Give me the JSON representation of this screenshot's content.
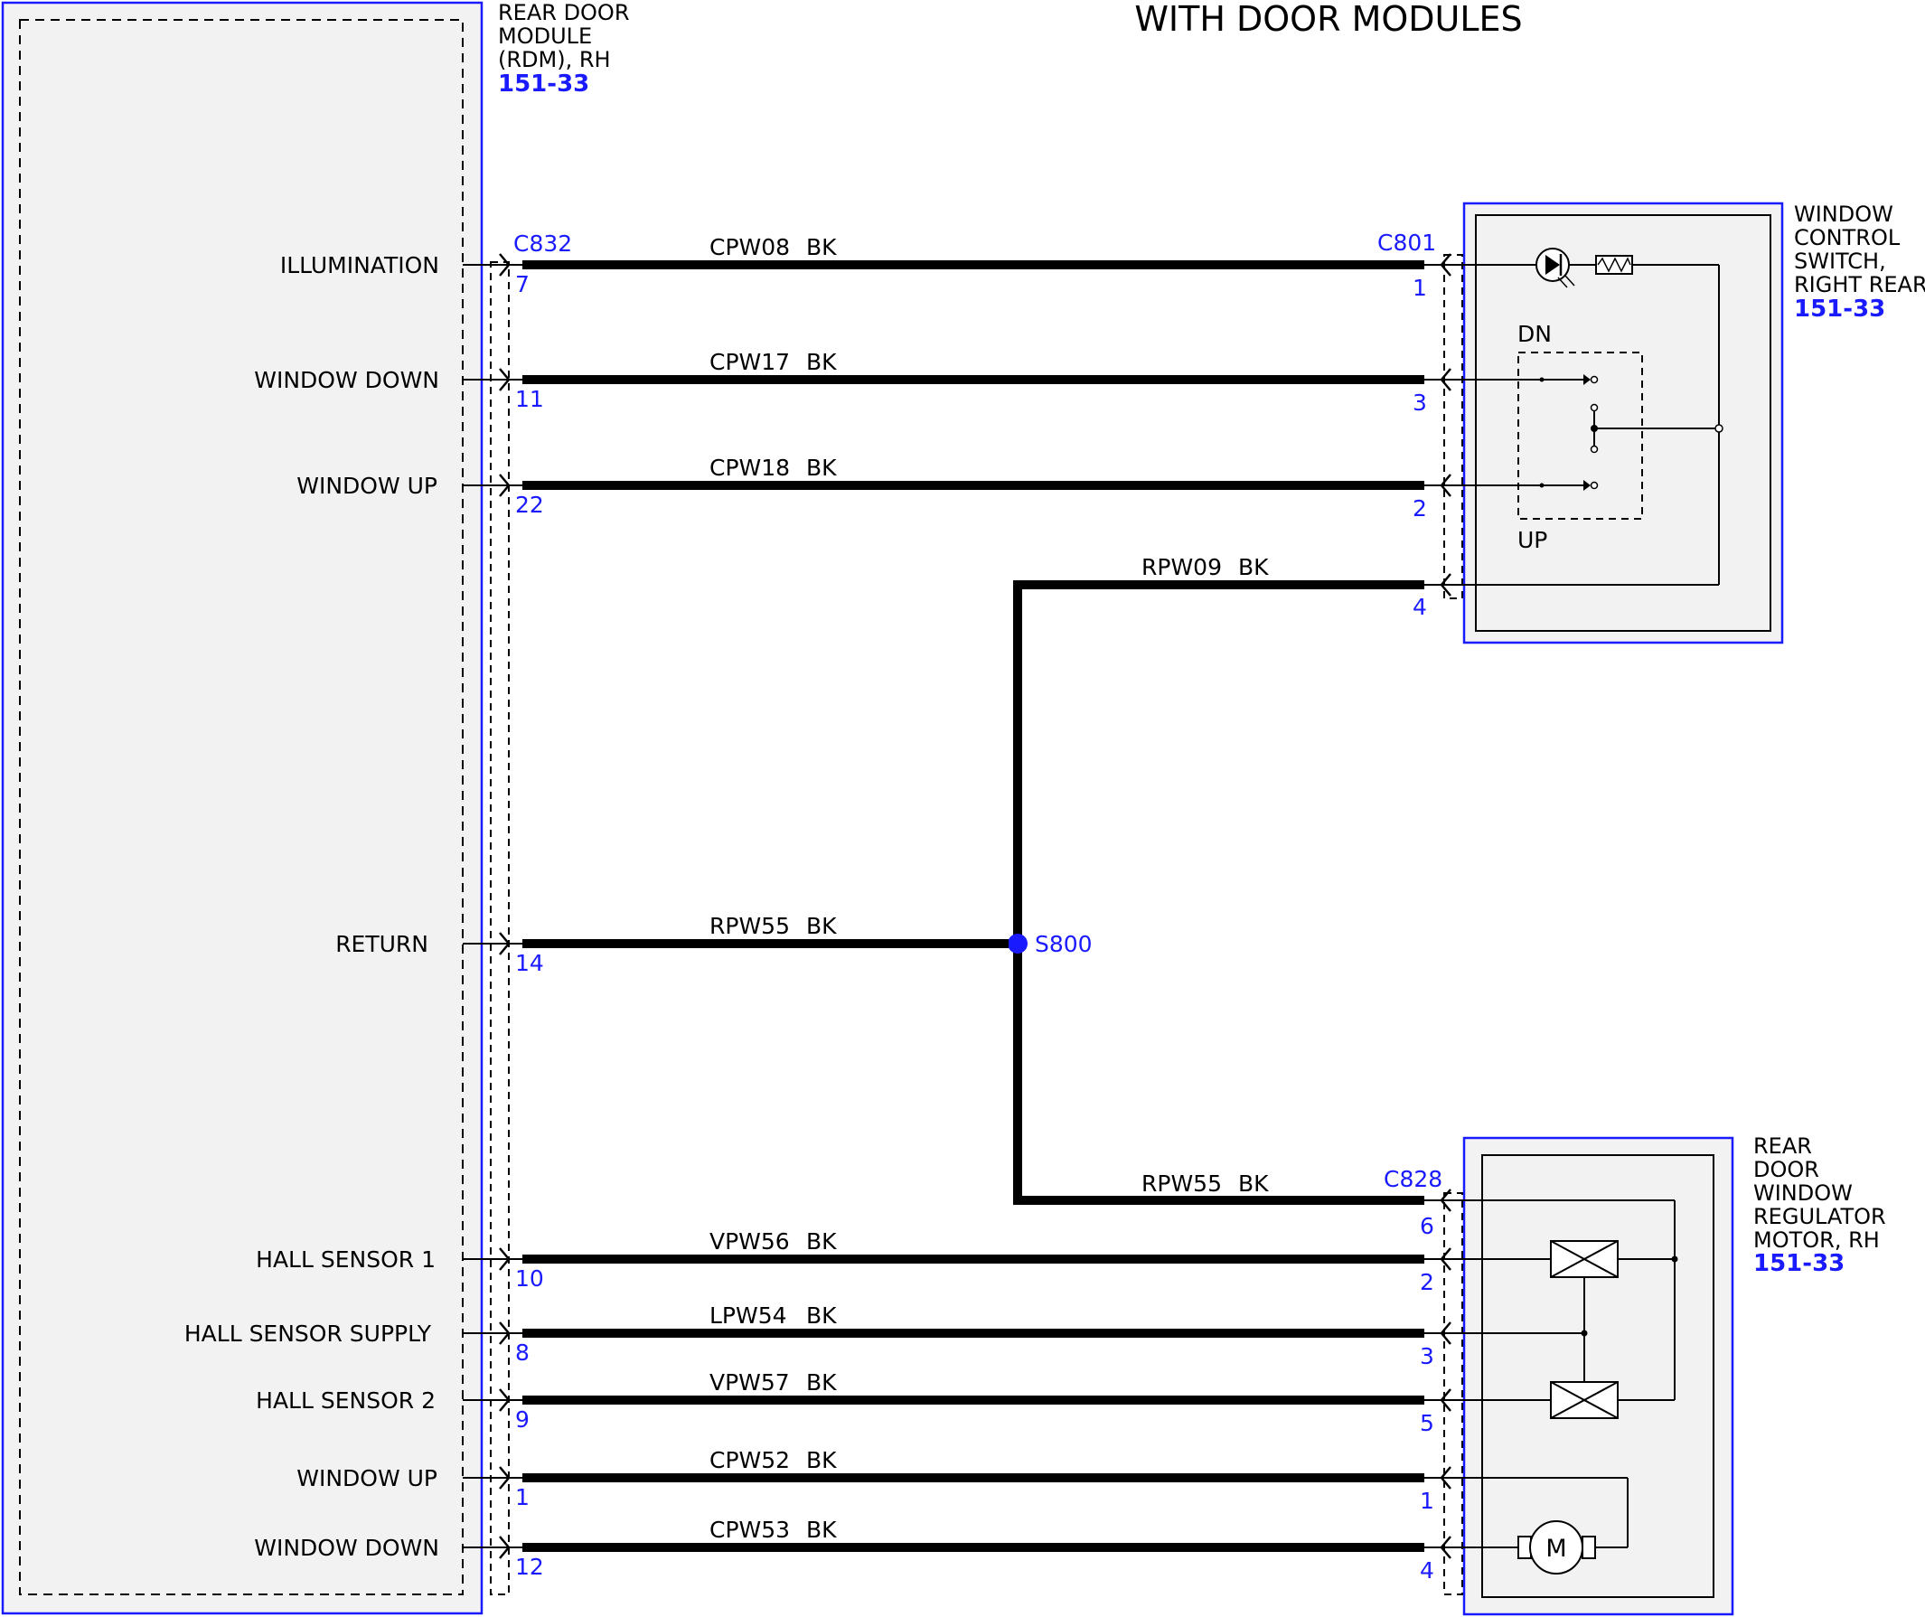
{
  "title": "WITH DOOR MODULES",
  "colors": {
    "ref_blue": "#1a1aff",
    "box_border": "#1a1aff",
    "box_fill": "#f2f2f2",
    "wire": "#000000"
  },
  "rdm": {
    "name_lines": [
      "REAR DOOR",
      "MODULE",
      "(RDM), RH"
    ],
    "ref": "151-33"
  },
  "wcs": {
    "name_lines": [
      "WINDOW",
      "CONTROL",
      "SWITCH,",
      "RIGHT REAR"
    ],
    "ref": "151-33",
    "dn_label": "DN",
    "up_label": "UP"
  },
  "motor": {
    "name_lines": [
      "REAR",
      "DOOR",
      "WINDOW",
      "REGULATOR",
      "MOTOR, RH"
    ],
    "ref": "151-33",
    "symbol": "M"
  },
  "connectors": {
    "left": "C832",
    "switch": "C801",
    "motor": "C828"
  },
  "splice": {
    "label": "S800"
  },
  "wires": [
    {
      "signal": "ILLUMINATION",
      "circuit": "CPW08",
      "color": "BK",
      "left_pin": "7",
      "right_pin": "1"
    },
    {
      "signal": "WINDOW DOWN",
      "circuit": "CPW17",
      "color": "BK",
      "left_pin": "11",
      "right_pin": "3"
    },
    {
      "signal": "WINDOW UP",
      "circuit": "CPW18",
      "color": "BK",
      "left_pin": "22",
      "right_pin": "2"
    },
    {
      "signal": "RETURN",
      "circuit": "RPW55",
      "color": "BK",
      "left_pin": "14"
    },
    {
      "signal": "HALL SENSOR 1",
      "circuit": "VPW56",
      "color": "BK",
      "left_pin": "10",
      "right_pin": "2"
    },
    {
      "signal": "HALL SENSOR SUPPLY",
      "circuit": "LPW54",
      "color": "BK",
      "left_pin": "8",
      "right_pin": "3"
    },
    {
      "signal": "HALL SENSOR 2",
      "circuit": "VPW57",
      "color": "BK",
      "left_pin": "9",
      "right_pin": "5"
    },
    {
      "signal": "WINDOW UP",
      "circuit": "CPW52",
      "color": "BK",
      "left_pin": "1",
      "right_pin": "1"
    },
    {
      "signal": "WINDOW DOWN",
      "circuit": "CPW53",
      "color": "BK",
      "left_pin": "12",
      "right_pin": "4"
    }
  ],
  "branch_wires": [
    {
      "circuit": "RPW09",
      "color": "BK",
      "right_pin": "4"
    },
    {
      "circuit": "RPW55",
      "color": "BK",
      "right_pin": "6"
    }
  ]
}
